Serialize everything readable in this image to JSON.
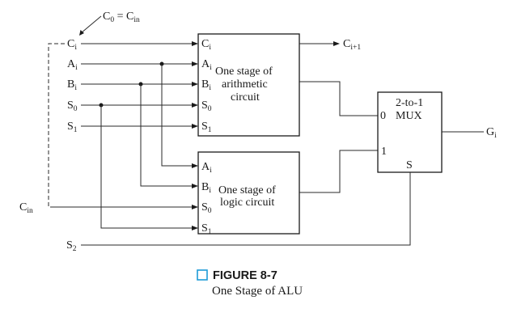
{
  "diagram": {
    "c0_label": {
      "main": "C",
      "sub": "0"
    },
    "c0_eq": " = ",
    "c0_in": {
      "main": "C",
      "sub": "in"
    },
    "inputs": {
      "ci": {
        "main": "C",
        "sub": "i"
      },
      "ai": {
        "main": "A",
        "sub": "i"
      },
      "bi": {
        "main": "B",
        "sub": "i"
      },
      "s0": {
        "main": "S",
        "sub": "0"
      },
      "s1": {
        "main": "S",
        "sub": "1"
      },
      "s2": {
        "main": "S",
        "sub": "2"
      },
      "cin": {
        "main": "C",
        "sub": "in"
      }
    },
    "arith": {
      "ports": {
        "ci": {
          "main": "C",
          "sub": "i"
        },
        "ai": {
          "main": "A",
          "sub": "i"
        },
        "bi": {
          "main": "B",
          "sub": "i"
        },
        "s0": {
          "main": "S",
          "sub": "0"
        },
        "s1": {
          "main": "S",
          "sub": "1"
        }
      },
      "lines": [
        "One stage of",
        "arithmetic",
        "circuit"
      ]
    },
    "logic": {
      "ports": {
        "ai": {
          "main": "A",
          "sub": "i"
        },
        "bi": {
          "main": "B",
          "sub": "i"
        },
        "s0": {
          "main": "S",
          "sub": "0"
        },
        "s1": {
          "main": "S",
          "sub": "1"
        }
      },
      "lines": [
        "One stage of",
        "logic circuit"
      ]
    },
    "carry_out": {
      "main": "C",
      "sub": "i+1"
    },
    "mux": {
      "title": "2-to-1",
      "in0": "0",
      "name": "MUX",
      "in1": "1",
      "sel": "S"
    },
    "output": {
      "main": "G",
      "sub": "i"
    }
  },
  "caption": {
    "title": "FIGURE 8-7",
    "text": "One Stage of ALU",
    "marker_color": "#1e9bd7"
  }
}
